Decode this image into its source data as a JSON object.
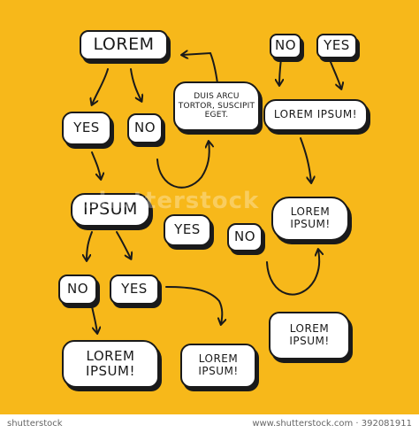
{
  "colors": {
    "background": "#f7b81a",
    "box_fill": "#ffffff",
    "ink": "#1a1a1a"
  },
  "nodes": {
    "lorem_top": "LOREM",
    "no_top": "NO",
    "yes_top": "YES",
    "callout_line1": "DUIS ARCU",
    "callout_line2": "TORTOR, SUSCIPIT",
    "callout_line3": "EGET.",
    "yes_left": "YES",
    "no_left": "NO",
    "lorem_ipsum_right": "LOREM IPSUM!",
    "ipsum": "IPSUM",
    "yes_center": "YES",
    "no_center": "NO",
    "lorem_ipsum_mid_l1": "LOREM",
    "lorem_ipsum_mid_l2": "IPSUM!",
    "no_bottom": "NO",
    "yes_bottom": "YES",
    "lorem_ipsum_bl_l1": "LOREM",
    "lorem_ipsum_bl_l2": "IPSUM!",
    "lorem_ipsum_bc_l1": "LOREM",
    "lorem_ipsum_bc_l2": "IPSUM!",
    "lorem_ipsum_br_l1": "LOREM",
    "lorem_ipsum_br_l2": "IPSUM!"
  },
  "watermark": "shutterstock",
  "footer": {
    "brand": "shutterstock",
    "image_id": "www.shutterstock.com · 392081911"
  }
}
